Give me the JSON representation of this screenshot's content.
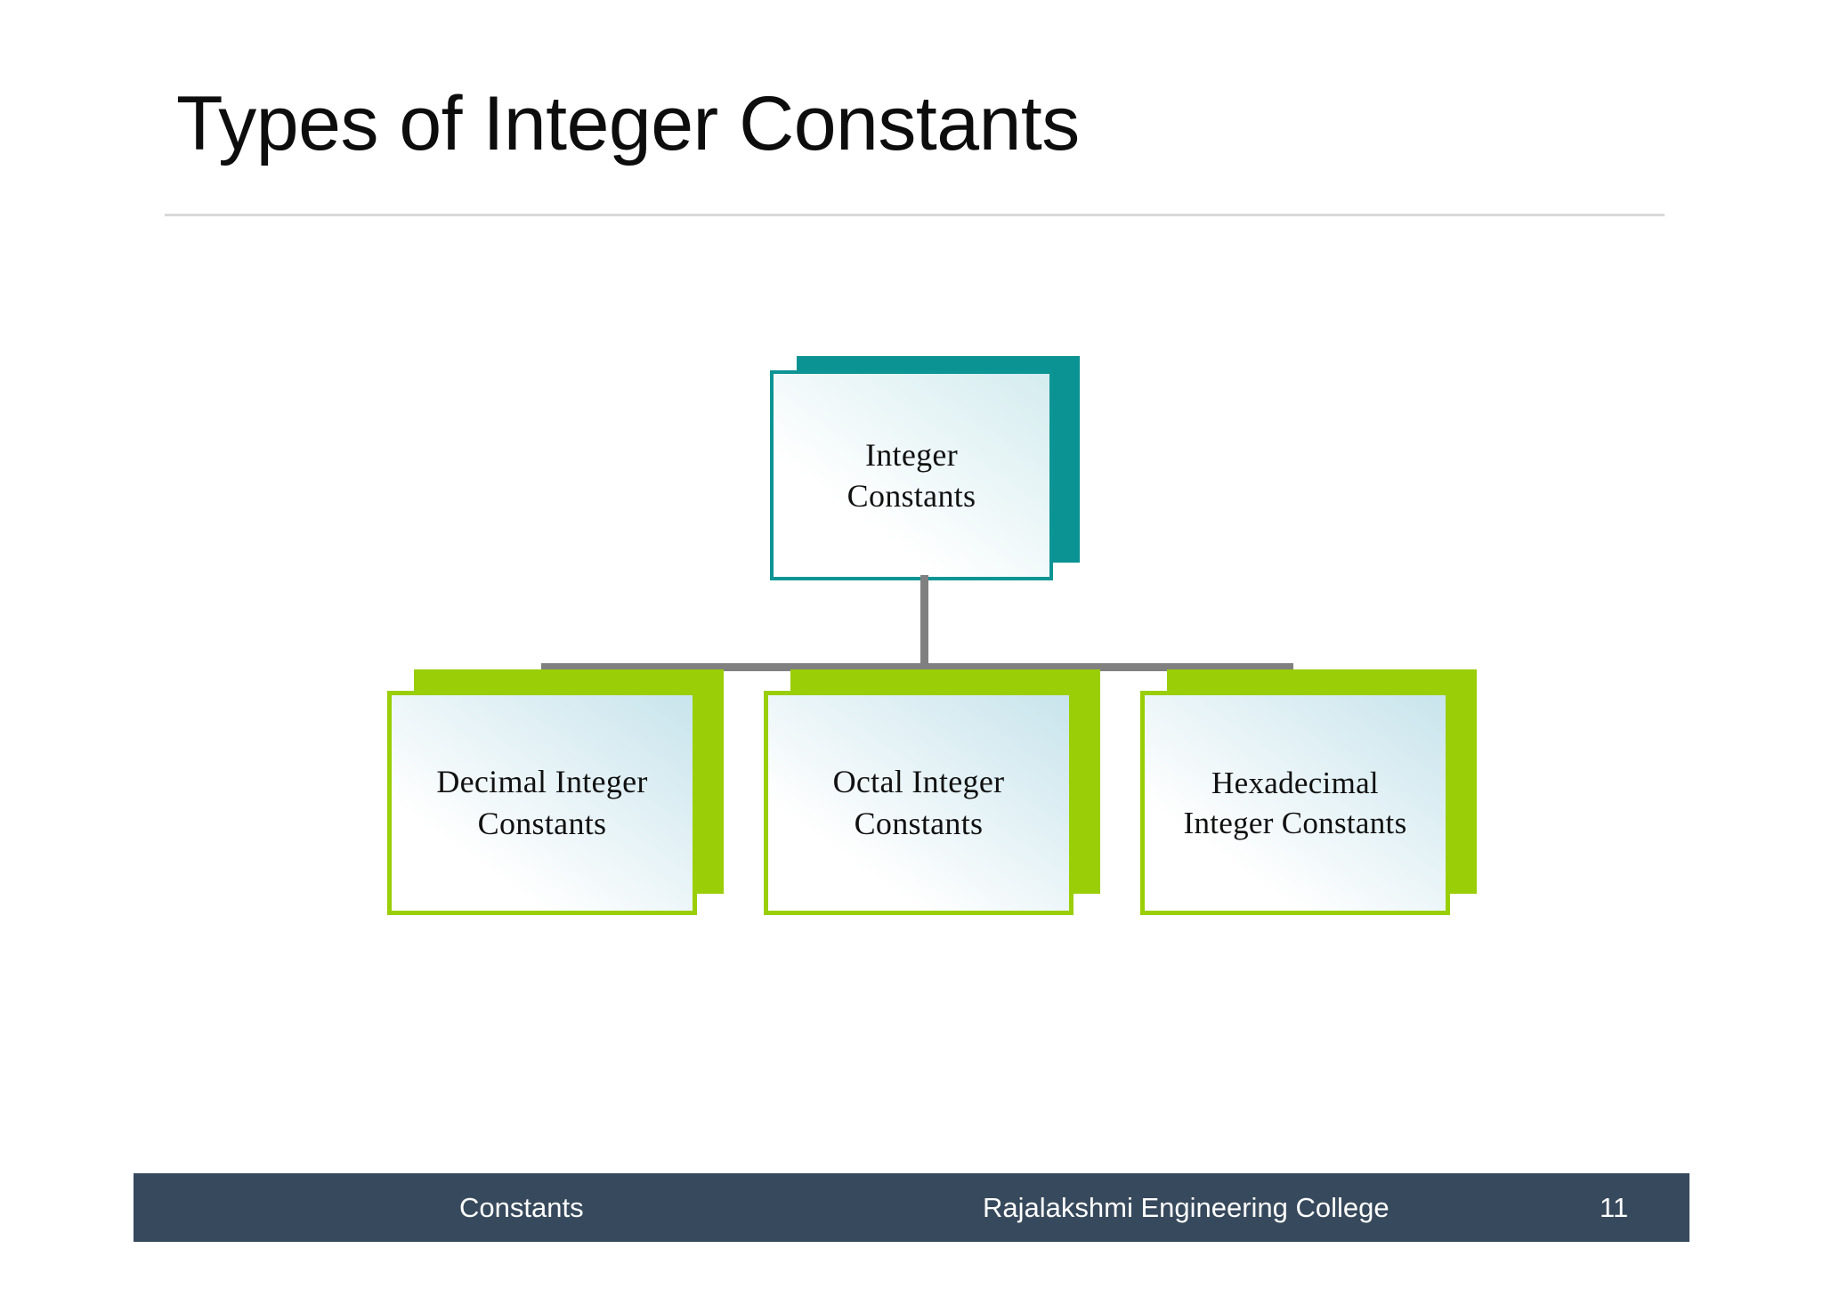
{
  "slide": {
    "title": "Types of Integer Constants",
    "background_color": "#ffffff",
    "title_rule_color": "#d9d9d9"
  },
  "diagram": {
    "type": "hierarchy-org-chart",
    "root": {
      "label": "Integer\nConstants",
      "line1": "Integer",
      "line2": "Constants",
      "border_color": "#0d9494",
      "shadow_color": "#0b9292",
      "fill_from": "#ffffff",
      "fill_to": "#d4ecef"
    },
    "connector_color": "#808080",
    "children": [
      {
        "label": "Decimal Integer Constants",
        "line1": "Decimal Integer",
        "line2": "Constants",
        "border_color": "#9ace07",
        "shadow_color": "#9ace07",
        "fill_from": "#ffffff",
        "fill_to": "#c8e4ec"
      },
      {
        "label": "Octal Integer Constants",
        "line1": "Octal Integer",
        "line2": "Constants",
        "border_color": "#9ace07",
        "shadow_color": "#9ace07",
        "fill_from": "#ffffff",
        "fill_to": "#c8e4ec"
      },
      {
        "label": "Hexadecimal Integer Constants",
        "line1": "Hexadecimal",
        "line2": "Integer Constants",
        "border_color": "#9ace07",
        "shadow_color": "#9ace07",
        "fill_from": "#ffffff",
        "fill_to": "#c8e4ec"
      }
    ]
  },
  "footer": {
    "background_color": "#37495c",
    "text_color": "#ffffff",
    "section": "Constants",
    "organization": "Rajalakshmi Engineering College",
    "page_number": "11"
  }
}
